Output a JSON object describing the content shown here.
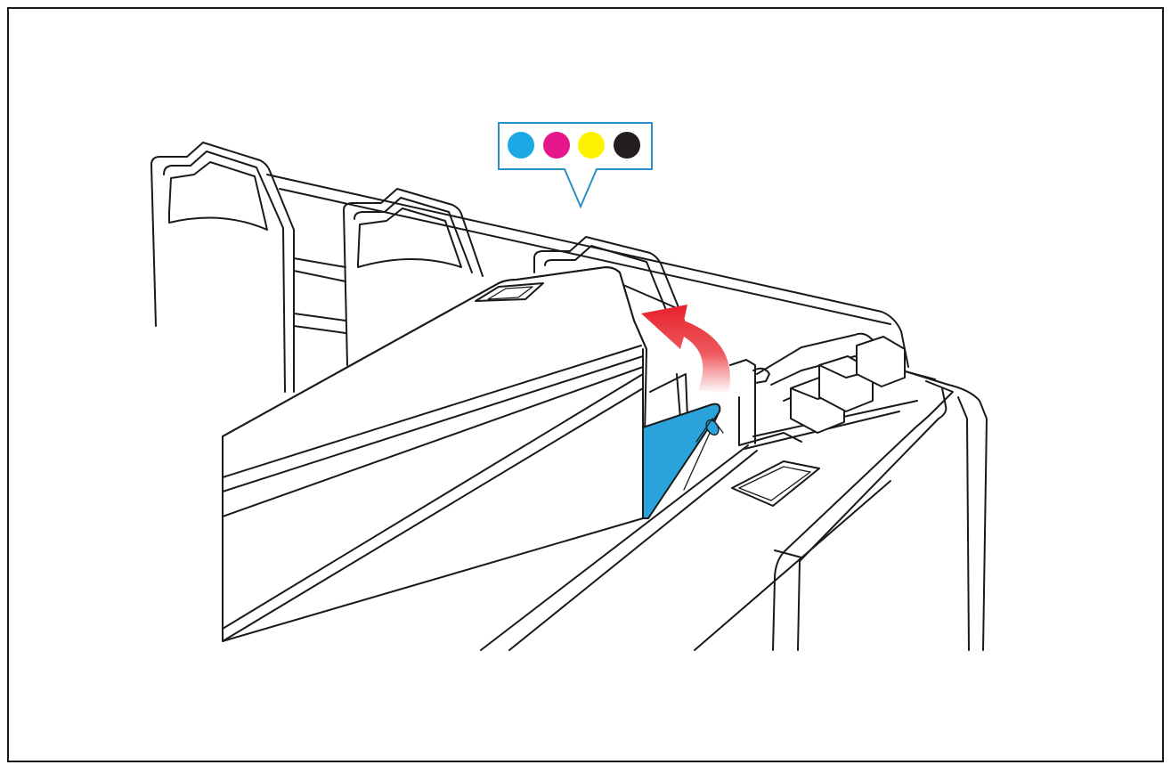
{
  "figure": {
    "subject": "ink-cartridge-slot-lock-lever",
    "ink_colors": [
      {
        "name": "cyan",
        "hex": "#1BA9E6"
      },
      {
        "name": "magenta",
        "hex": "#E6168C"
      },
      {
        "name": "yellow",
        "hex": "#FFF200"
      },
      {
        "name": "black",
        "hex": "#231F20"
      }
    ],
    "callout_border_color": "#2B8FC7",
    "lever_color": "#2AA3DB",
    "arrow_color": "#E8202A",
    "arrow_direction": "up-and-back",
    "icons": [
      "color-dots-callout",
      "curved-arrow-icon",
      "lock-lever"
    ]
  }
}
